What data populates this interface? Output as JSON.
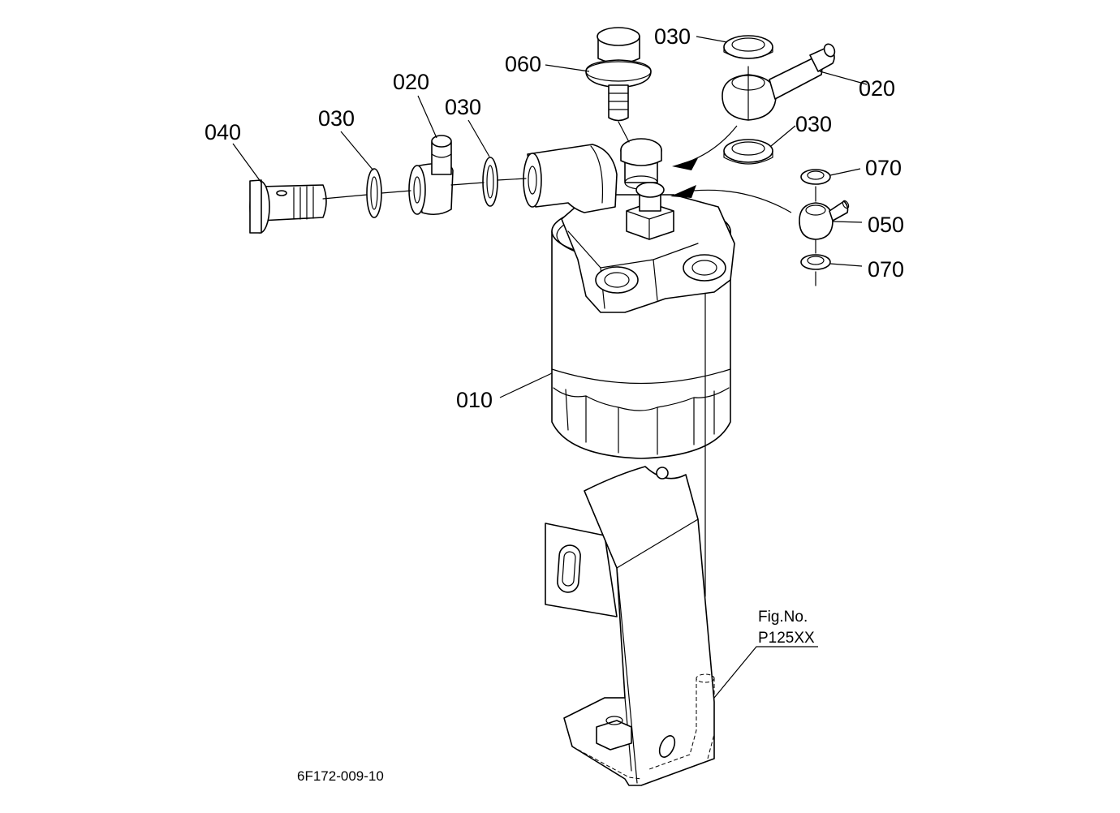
{
  "callouts": {
    "c040": "040",
    "c030_left": "030",
    "c020_left": "020",
    "c030_mid": "030",
    "c060": "060",
    "c030_top": "030",
    "c020_right": "020",
    "c030_right": "030",
    "c070_top": "070",
    "c050": "050",
    "c070_bottom": "070",
    "c010": "010"
  },
  "figure": {
    "fig_no_label": "Fig.No.",
    "fig_no_value": "P125XX"
  },
  "drawing_code": "6F172-009-10"
}
